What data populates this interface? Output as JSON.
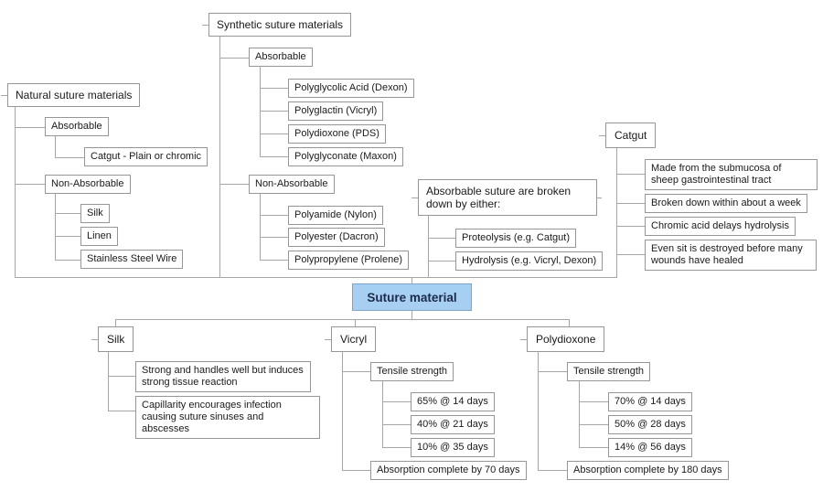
{
  "root": {
    "label": "Suture material"
  },
  "colors": {
    "root_bg": "#a7cff1",
    "root_border": "#7aa5cf",
    "box_border": "#969696",
    "connector": "#a6a6a6",
    "text": "#1a1a1a"
  },
  "natural": {
    "title": "Natural suture materials",
    "absorbable": {
      "label": "Absorbable",
      "items": [
        "Catgut - Plain or chromic"
      ]
    },
    "non_absorbable": {
      "label": "Non-Absorbable",
      "items": [
        "Silk",
        "Linen",
        "Stainless Steel Wire"
      ]
    }
  },
  "synthetic": {
    "title": "Synthetic suture materials",
    "absorbable": {
      "label": "Absorbable",
      "items": [
        "Polyglycolic Acid (Dexon)",
        "Polyglactin (Vicryl)",
        "Polydioxone (PDS)",
        "Polyglyconate (Maxon)"
      ]
    },
    "non_absorbable": {
      "label": "Non-Absorbable",
      "items": [
        "Polyamide (Nylon)",
        "Polyester (Dacron)",
        "Polypropylene (Prolene)"
      ]
    }
  },
  "breakdown": {
    "title": "Absorbable suture are broken down by either:",
    "items": [
      "Proteolysis (e.g. Catgut)",
      "Hydrolysis (e.g. Vicryl, Dexon)"
    ]
  },
  "catgut": {
    "title": "Catgut",
    "items": [
      "Made from the submucosa of sheep gastrointestinal tract",
      "Broken down within about a week",
      "Chromic acid delays hydrolysis",
      "Even sit is destroyed before many wounds have healed"
    ]
  },
  "silk": {
    "title": "Silk",
    "items": [
      "Strong and handles well but induces strong tissue reaction",
      "Capillarity encourages infection causing suture sinuses and abscesses"
    ]
  },
  "vicryl": {
    "title": "Vicryl",
    "tensile": {
      "label": "Tensile strength",
      "items": [
        "65% @ 14 days",
        "40% @ 21 days",
        "10% @ 35 days"
      ]
    },
    "absorption": "Absorption complete by 70 days"
  },
  "polydioxone": {
    "title": "Polydioxone",
    "tensile": {
      "label": "Tensile strength",
      "items": [
        "70% @ 14 days",
        "50% @ 28 days",
        "14% @ 56 days"
      ]
    },
    "absorption": "Absorption complete by 180 days"
  }
}
